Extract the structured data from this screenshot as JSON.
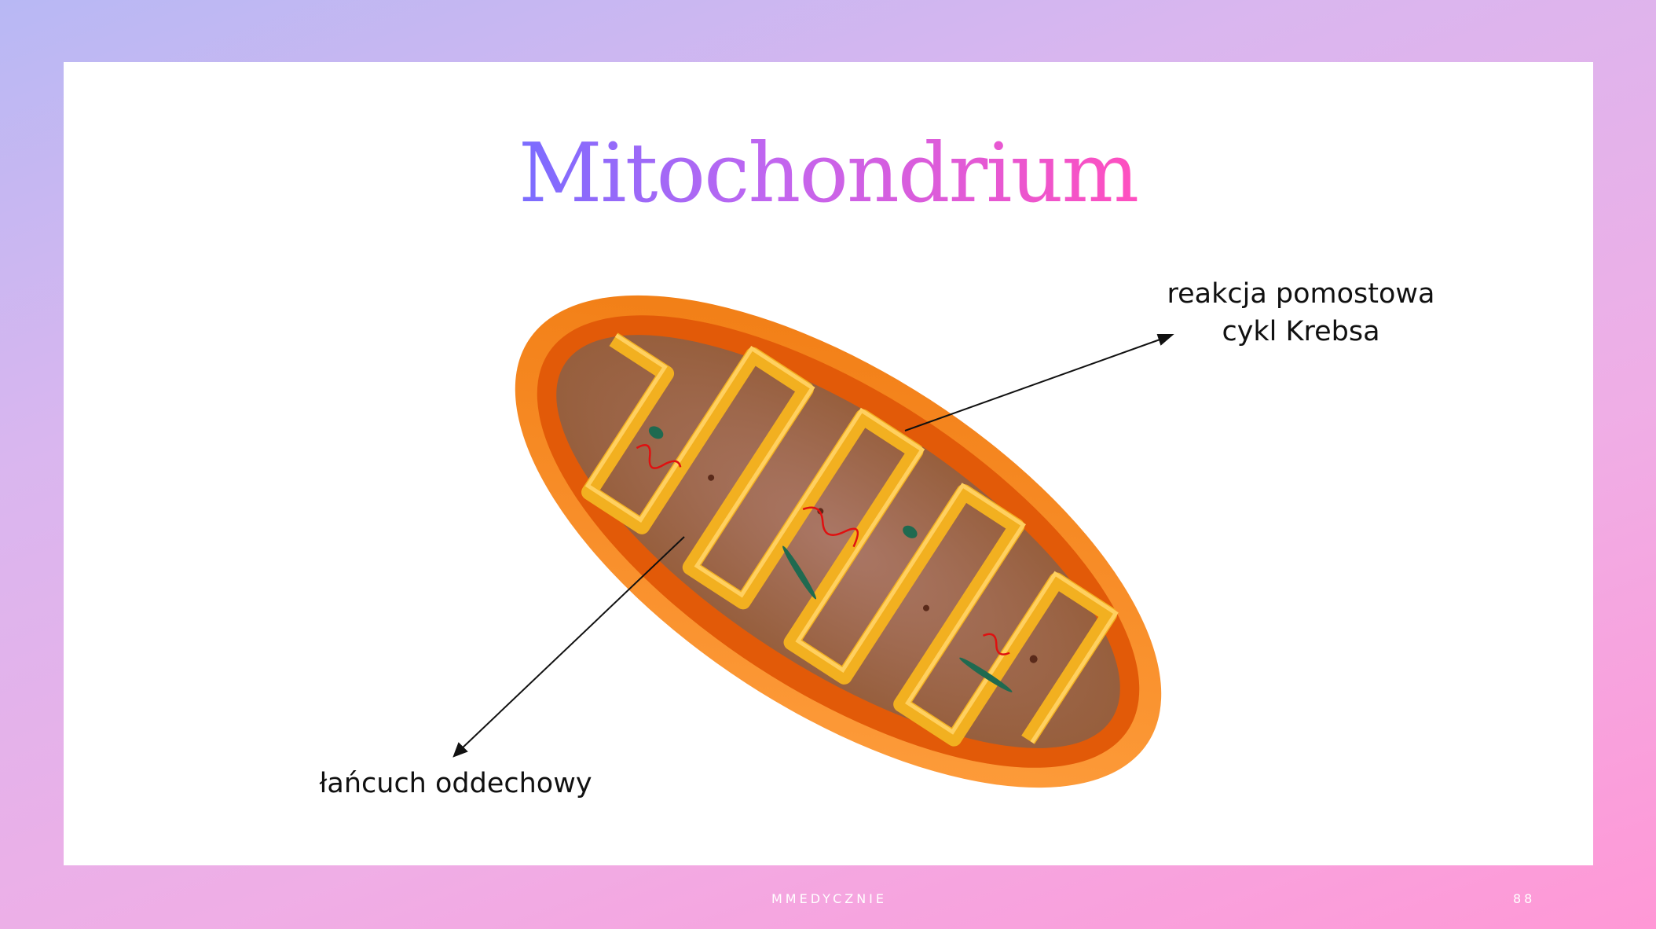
{
  "slide": {
    "title": "Mitochondrium",
    "labels": {
      "matrix_line1": "reakcja pomostowa",
      "matrix_line2": "cykl Krebsa",
      "cristae": "łańcuch oddechowy"
    },
    "footer_brand": "MMEDYCZNIE",
    "page_number": "88"
  }
}
